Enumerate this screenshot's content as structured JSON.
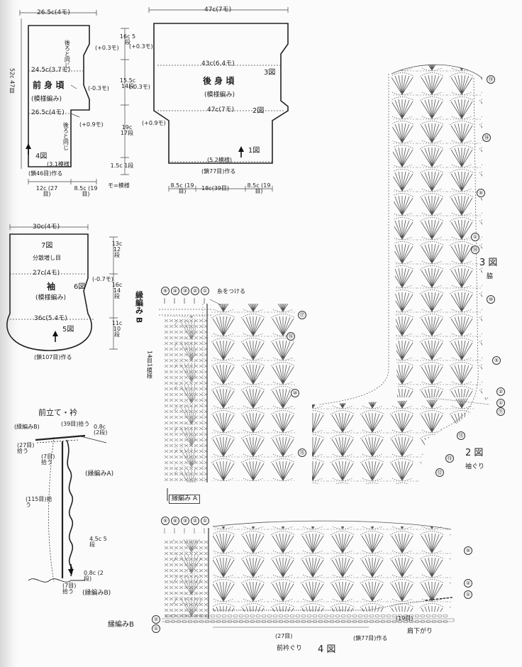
{
  "front": {
    "top_width": "26.5c(4モ)",
    "side_note_top": "後ろと同じ",
    "mid1": "24.5c(3.7モ)",
    "title": "前 身 頃",
    "pattern": "(模様編み)",
    "mid2": "26.5c(4モ)",
    "side_note_bottom": "後ろと同じ",
    "total_height": "52c 47目",
    "fig_label": "4図",
    "start_width": "(3.1模様)",
    "start_chain": "(鎖46目)作る",
    "bottom_left": "12c (27目)",
    "bottom_right": "8.5c (19目)"
  },
  "center_dims": {
    "d1": "16c 5段",
    "d1b": "(+0.3モ)",
    "d1c": "(+0.3モ)",
    "d2": "15.5c 14段",
    "d2b": "(-0.3モ)",
    "d2c": "(-0.3モ)",
    "d3": "(+0.9モ)",
    "d4": "19c 17段",
    "d5": "1.5c 1段",
    "legend": "モ=模様"
  },
  "back": {
    "top_width": "47c(7モ)",
    "mid1": "43c(6.4モ)",
    "title": "後 身 頃",
    "pattern": "(模様編み)",
    "fig3": "3図",
    "mid2": "47c(7モ)",
    "fig2": "2図",
    "inc": "(+0.9モ)",
    "fig1": "1図",
    "start_width": "(5.2模様)",
    "start_chain": "(鎖77目)作る",
    "b1": "8.5c (19目)",
    "b2": "18c(39目)",
    "b3": "8.5c (19目)"
  },
  "sleeve": {
    "top_width": "30c(4モ)",
    "fig7": "7図",
    "note": "分散増し目",
    "mid1": "27c(4モ)",
    "title": "袖",
    "pattern": "(模様編み)",
    "fig6": "6図",
    "mid2": "36c(5.4モ)",
    "fig5": "5図",
    "start_chain": "(鎖107目)作る",
    "r1": "13c 12段",
    "r2": "(-0.7モ)",
    "r3": "16c 14段",
    "r4": "11c 10段"
  },
  "collar": {
    "title": "前立て・衿",
    "edge_b_top": "(縁編みB)",
    "pick39": "(39目)拾う",
    "h08_top": "0.8c (2段)",
    "pick27": "(27目)拾う",
    "pick7_top": "(7目)拾う",
    "edge_a": "(縁編みA)",
    "pick115": "(115目)拾う",
    "w45": "4.5c 5段",
    "h08_bot": "0.8c (2段)",
    "pick7_bot": "(7目)拾う",
    "edge_b_bot": "(縁編みB)"
  },
  "edge_b_chart": {
    "title": "縁編み B",
    "rows_note": "14目1模様",
    "attach": "糸をつける",
    "row_nums": [
      "⑤",
      "④",
      "③",
      "②",
      "①"
    ],
    "side_nums": [
      "⑰",
      "⑯",
      "⑩",
      "⑮"
    ]
  },
  "fig3_chart": {
    "title": "3 図",
    "sub": "脇",
    "nums": [
      "⑲",
      "⑱",
      "⑤",
      "①",
      "⑭",
      "⑩",
      "⑤",
      "②",
      "①",
      "⑪"
    ]
  },
  "fig2_chart": {
    "title": "2 図",
    "sub": "袖ぐり",
    "nums": [
      "⑮",
      "⑬",
      "⑫"
    ]
  },
  "edge_a_chart": {
    "title": "縁編み A",
    "row_nums": [
      "⑤",
      "④",
      "③",
      "②",
      "①"
    ],
    "right_nums": [
      "⑤",
      "②",
      "①"
    ]
  },
  "fig4_chart": {
    "edge_b": "縁編みB",
    "left_nums": [
      "②",
      "①"
    ],
    "count27": "(27目)",
    "chain77": "(鎖77目)作る",
    "count19": "(19目)",
    "shoulder": "肩下がり",
    "neck": "前衿ぐり",
    "title": "4 図"
  },
  "colors": {
    "ink": "#222222",
    "paper": "#fbfbfb"
  }
}
